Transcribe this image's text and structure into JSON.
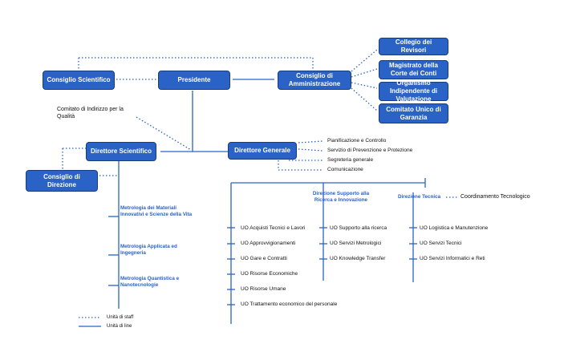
{
  "boxes": {
    "collegio_revisori": "Collegio dei Revisori",
    "magistrato_corte_conti": "Magistrato della Corte dei Conti",
    "organismo_valutazione": "Organismo Indipendente di Valutazione",
    "comitato_garanzia": "Comitato Unico di Garanzia",
    "consiglio_scientifico": "Consiglio Scientifico",
    "presidente": "Presidente",
    "consiglio_amministrazione": "Consiglio di Amministrazione",
    "direttore_scientifico": "Direttore Scientifico",
    "direttore_generale": "Direttore Generale",
    "consiglio_direzione": "Consiglio di Direzione"
  },
  "comitato_indirizzo": "Comitato di Indirizzo per la Qualità",
  "staff_dg": [
    "Pianificazione e Controllo",
    "Servizio di Prevenzione e Protezione",
    "Segreteria generale",
    "Comunicazione"
  ],
  "direzioni": {
    "ricerca": "Direzione Supporto alla Ricerca e Innovazione",
    "tecnica": "Direzione Tecnica",
    "coordinamento": "Coordinamento Tecnologico"
  },
  "uo_generale": [
    "UO Acquisti Tecnici e Lavori",
    "UO Approvvigionamenti",
    "UO Gare e Contratti",
    "UO Risorse Economiche",
    "UO Risorse Umane",
    "UO Trattamento economico del personale"
  ],
  "uo_ricerca": [
    "UO Supporto alla ricerca",
    "UO Servizi Metrologici",
    "UO Knowledge Transfer"
  ],
  "uo_tecnica": [
    "UO Logistica e Manutenzione",
    "UO Servizi Tecnici",
    "UO Servizi Informatici e Reti"
  ],
  "divisioni": [
    "Metrologia dei Materiali Innovativi e Scienze della Vita",
    "Metrologia Applicata ed Ingegneria",
    "Metrologia Quantistica e Nanotecnologie"
  ],
  "legend": {
    "staff": "Unità di staff",
    "line": "Unità di line"
  },
  "colors": {
    "box_fill": "#2a63c5",
    "box_border": "#163c82",
    "line": "#2a63c5",
    "label_blue": "#2a63c5"
  }
}
